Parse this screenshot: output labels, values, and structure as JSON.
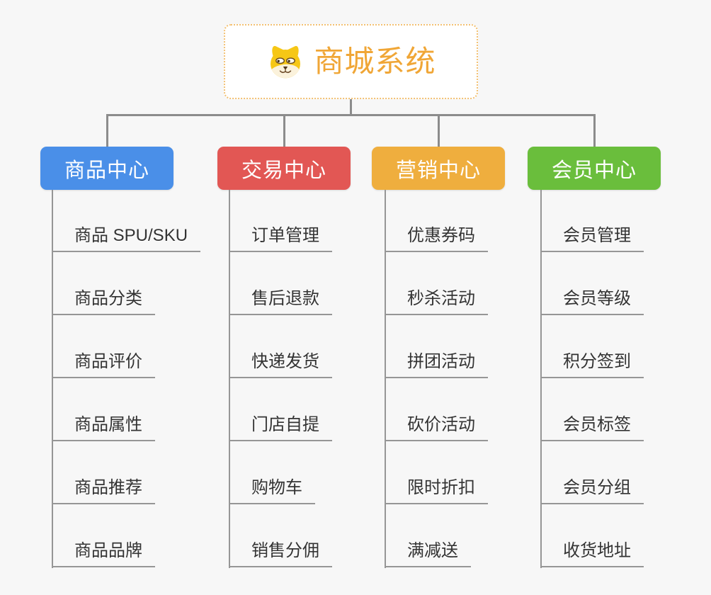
{
  "canvas": {
    "background": "#f7f7f7"
  },
  "colors": {
    "connector_line": "#8c8c8c",
    "child_line": "#969696",
    "item_text": "#333333",
    "root_accent": "#f0a636",
    "root_border": "#f3c173",
    "root_background": "#ffffff",
    "header_text": "#ffffff"
  },
  "root": {
    "title": "商城系统",
    "icon": "shiba-dog"
  },
  "branches": [
    {
      "label": "商品中心",
      "color": "#4a8fe8",
      "items": [
        "商品 SPU/SKU",
        "商品分类",
        "商品评价",
        "商品属性",
        "商品推荐",
        "商品品牌"
      ]
    },
    {
      "label": "交易中心",
      "color": "#e25754",
      "items": [
        "订单管理",
        "售后退款",
        "快递发货",
        "门店自提",
        "购物车",
        "销售分佣"
      ]
    },
    {
      "label": "营销中心",
      "color": "#efae3e",
      "items": [
        "优惠券码",
        "秒杀活动",
        "拼团活动",
        "砍价活动",
        "限时折扣",
        "满减送"
      ]
    },
    {
      "label": "会员中心",
      "color": "#6abe3c",
      "items": [
        "会员管理",
        "会员等级",
        "积分签到",
        "会员标签",
        "会员分组",
        "收货地址"
      ]
    }
  ]
}
